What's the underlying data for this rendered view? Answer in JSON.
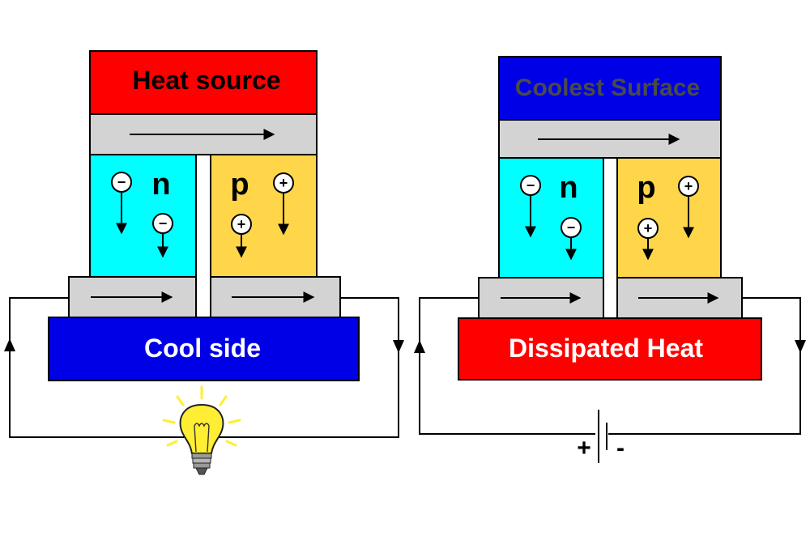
{
  "left": {
    "heat_source": "Heat source",
    "cool_side": "Cool side",
    "n_label": "n",
    "p_label": "p"
  },
  "right": {
    "coolest_surface": "Coolest Surface",
    "dissipated_heat": "Dissipated Heat",
    "n_label": "n",
    "p_label": "p",
    "battery_plus": "+",
    "battery_minus": "-"
  },
  "charges": {
    "electron": "−",
    "hole": "+"
  },
  "colors": {
    "red": "#ff0000",
    "blue": "#0000e6",
    "cyan": "#00ffff",
    "yellow": "#ffd54a",
    "gray": "#d3d3d3",
    "coolest_text": "#4a4a4a",
    "bulb": "#ffee33"
  }
}
